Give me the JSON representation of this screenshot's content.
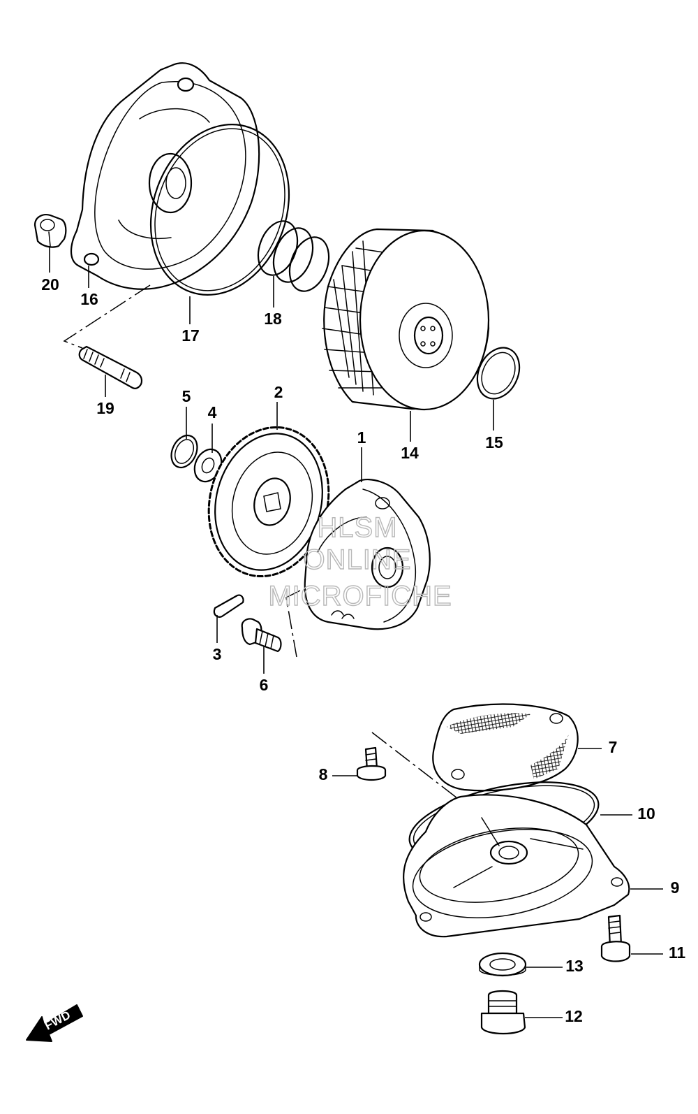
{
  "callouts": {
    "p1": "1",
    "p2": "2",
    "p3": "3",
    "p4": "4",
    "p5": "5",
    "p6": "6",
    "p7": "7",
    "p8": "8",
    "p9": "9",
    "p10": "10",
    "p11": "11",
    "p12": "12",
    "p13": "13",
    "p14": "14",
    "p15": "15",
    "p16": "16",
    "p17": "17",
    "p18": "18",
    "p19": "19",
    "p20": "20"
  },
  "watermark": {
    "line1": "HLSM",
    "line2": "ONLINE",
    "line3": "MICROFICHE"
  },
  "fwd_label": "FWD"
}
